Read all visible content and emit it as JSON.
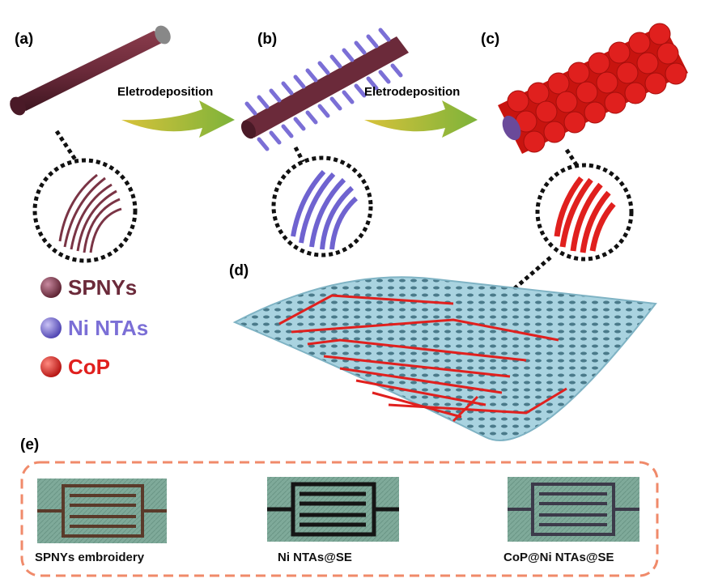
{
  "panels": {
    "a": "(a)",
    "b": "(b)",
    "c": "(c)",
    "d": "(d)",
    "e": "(e)"
  },
  "steps": {
    "step1": "Eletrodeposition",
    "step2": "Eletrodeposition"
  },
  "legend": [
    {
      "label": "SPNYs",
      "color": "#6b2a3a"
    },
    {
      "label": "Ni NTAs",
      "color": "#7b6fd6"
    },
    {
      "label": "CoP",
      "color": "#e0201e"
    }
  ],
  "photos": [
    {
      "caption": "SPNYs embroidery"
    },
    {
      "caption": "Ni NTAs@SE"
    },
    {
      "caption": "CoP@Ni NTAs@SE"
    }
  ],
  "colors": {
    "yarn": "#6b2a3a",
    "ni": "#7b6fd6",
    "cop": "#e0201e",
    "fabric": "#a9d3e0",
    "arrow": "#c9d13a",
    "frame": "#f08a6a"
  }
}
